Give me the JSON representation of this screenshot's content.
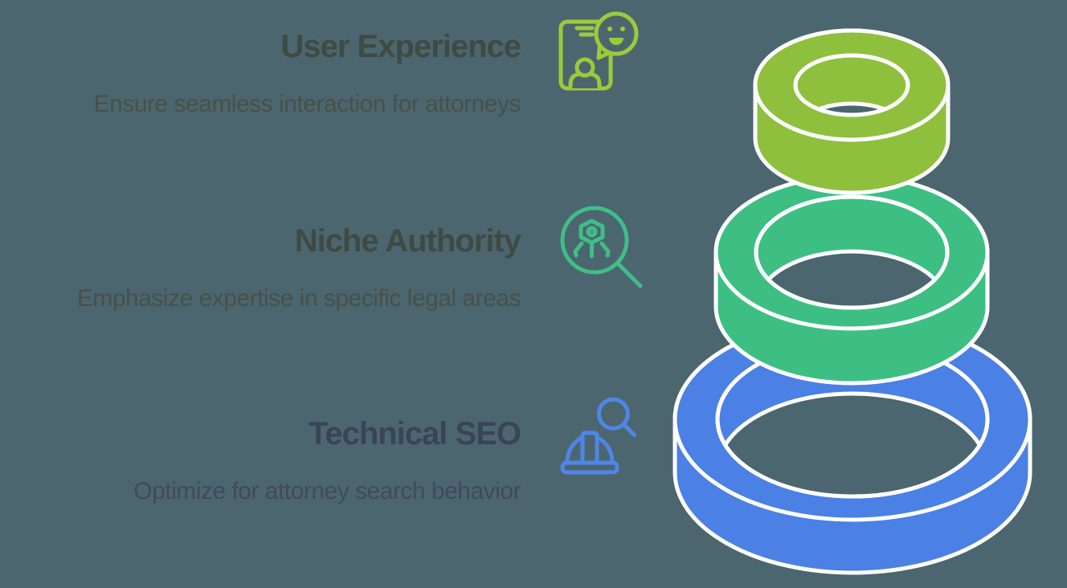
{
  "background_color": "#4C6670",
  "sections": [
    {
      "title": "User Experience",
      "subtitle": "Ensure seamless interaction for attorneys",
      "icon": "phone-chat-smiley-icon",
      "accent_color": "#9BCB3A",
      "text_color": "#3F4A42",
      "ring": {
        "position": "top",
        "color": "#8EC03D",
        "size": "small"
      }
    },
    {
      "title": "Niche Authority",
      "subtitle": "Emphasize expertise in specific legal areas",
      "icon": "magnifier-hexagon-person-icon",
      "accent_color": "#3FBE87",
      "text_color": "#3F4A42",
      "ring": {
        "position": "middle",
        "color": "#3DBF84",
        "size": "medium"
      }
    },
    {
      "title": "Technical SEO",
      "subtitle": "Optimize for attorney search behavior",
      "icon": "hard-hat-magnifier-icon",
      "accent_color": "#4E86E8",
      "text_color": "#3A4455",
      "ring": {
        "position": "bottom",
        "color": "#4B80E4",
        "size": "large"
      }
    }
  ],
  "diagram": {
    "type": "stacked-3d-rings",
    "outline_color": "#FFFFFF",
    "levels": [
      {
        "label": "User Experience",
        "color": "#8EC03D",
        "order": 1
      },
      {
        "label": "Niche Authority",
        "color": "#3DBF84",
        "order": 2
      },
      {
        "label": "Technical SEO",
        "color": "#4B80E4",
        "order": 3
      }
    ]
  }
}
